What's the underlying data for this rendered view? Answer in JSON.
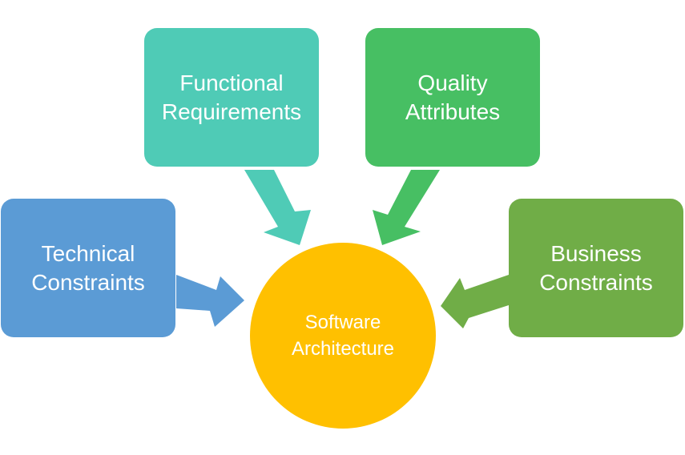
{
  "diagram": {
    "center": {
      "lines": [
        "Software",
        "Architecture"
      ],
      "color": "#FFC000"
    },
    "nodes": [
      {
        "id": "functional-requirements",
        "lines": [
          "Functional",
          "Requirements"
        ],
        "color": "#4FCBB6"
      },
      {
        "id": "quality-attributes",
        "lines": [
          "Quality",
          "Attributes"
        ],
        "color": "#47BF63"
      },
      {
        "id": "technical-constraints",
        "lines": [
          "Technical",
          "Constraints"
        ],
        "color": "#5B9BD5"
      },
      {
        "id": "business-constraints",
        "lines": [
          "Business",
          "Constraints"
        ],
        "color": "#70AD47"
      }
    ]
  }
}
